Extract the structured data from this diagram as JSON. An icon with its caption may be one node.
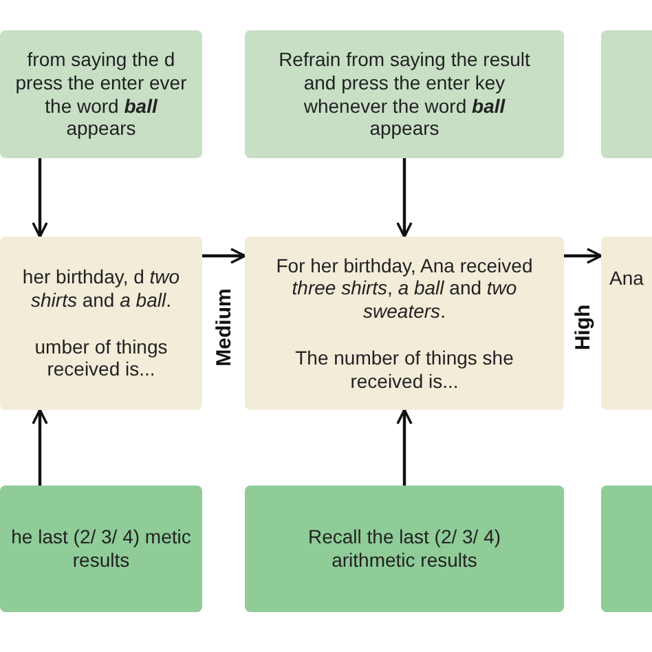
{
  "diagram": {
    "nodes": [
      {
        "text": [
          "from saying the d press the enter ever the word **ball** appears"
        ]
      },
      {
        "text": [
          "Refrain from saying the result and press the enter key whenever the word **ball** appears"
        ]
      },
      {
        "text": [],
        "shape": "box"
      },
      {
        "text": [
          "her birthday, d *two shirts* and *a ball*.",
          "umber of things received is..."
        ]
      },
      {
        "text": [
          "For her birthday, Ana received *three shirts*, *a ball* and *two sweaters*.",
          "The number of things she received is..."
        ]
      },
      {
        "text": [
          "Ana"
        ]
      },
      {
        "text": [
          "he last (2/ 3/ 4) metic results"
        ]
      },
      {
        "text": [
          "Recall the last (2/ 3/ 4) arithmetic results"
        ]
      },
      {
        "text": [],
        "shape": "box"
      }
    ],
    "edges": [
      {
        "from": 0,
        "to": 3,
        "arrow": "to"
      },
      {
        "from": 1,
        "to": 4,
        "arrow": "to"
      },
      {
        "from": 6,
        "to": 3,
        "arrow": "to"
      },
      {
        "from": 7,
        "to": 4,
        "arrow": "to"
      },
      {
        "from": 3,
        "to": 4,
        "arrow": "to",
        "label": "Medium"
      },
      {
        "from": 4,
        "to": 5,
        "arrow": "to",
        "label": "High"
      }
    ]
  }
}
